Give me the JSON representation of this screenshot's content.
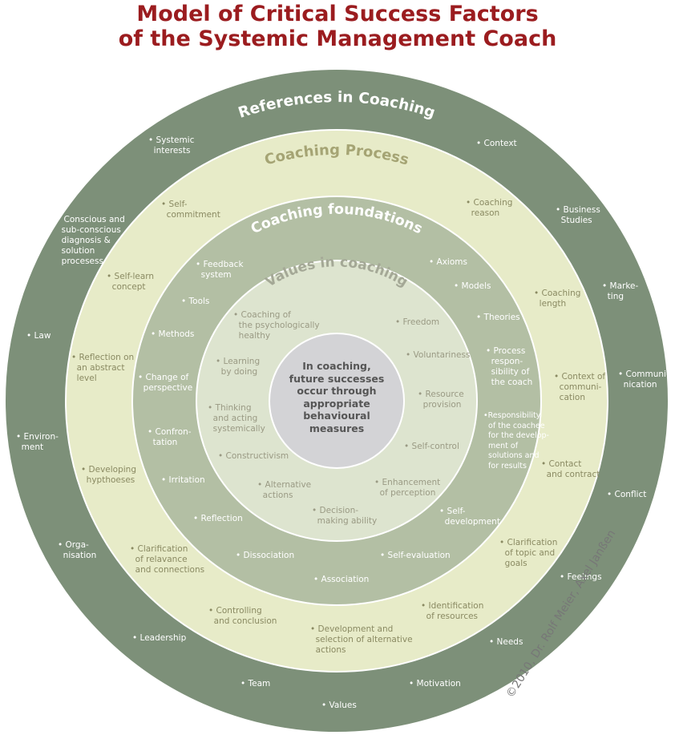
{
  "title_line1": "Model of Critical Success Factors",
  "title_line2": "of the Systemic Management Coach",
  "rings": {
    "references": {
      "title": "References in Coaching",
      "color": "#7d9079"
    },
    "process": {
      "title": "Coaching Process",
      "color": "#e7ebc8"
    },
    "foundations": {
      "title": "Coaching foundations",
      "color": "#b3bfa4"
    },
    "values": {
      "title": "Values in coaching",
      "color": "#dde4cf"
    }
  },
  "center": {
    "lines": [
      "In coaching,",
      "future successes",
      "occur through",
      "appropriate",
      "behavioural",
      "measures"
    ],
    "color": "#d3d3d6"
  },
  "references_items": [
    "• Systemic\n  interests",
    "• Context",
    "• Business\n  Studies",
    "• Conscious and\n  sub-conscious\n  diagnosis &\n  solution\n  procesess",
    "• Marke-\n  ting",
    "• Law",
    "• Communi-\n  nication",
    "• Environ-\n  ment",
    "• Conflict",
    "• Orga-\n  nisation",
    "• Feelings",
    "• Leadership",
    "• Needs",
    "• Team",
    "• Motivation",
    "• Values"
  ],
  "process_items": [
    "• Self-\n  commitment",
    "• Coaching\n  reason",
    "• Self-learn\n  concept",
    "• Coaching\n  length",
    "• Reflection on\n  an abstract\n  level",
    "• Context of\n  communi-\n  cation",
    "• Developing\n  hypthoeses",
    "• Contact\n  and contract",
    "• Clarification\n  of relavance\n  and connections",
    "• Clarification\n  of topic and\n  goals",
    "• Controlling\n  and conclusion",
    "• Identification\n  of resources",
    "• Development and\n  selection of alternative\n  actions"
  ],
  "foundations_items": [
    "• Feedback\n  system",
    "• Axioms",
    "• Tools",
    "• Models",
    "• Methods",
    "• Theories",
    "• Change of\n  perspective",
    "• Process\n  respon-\n  sibility of\n  the coach",
    "•Responsibility\n  of the coachee\n  for the develop-\n  ment of\n  solutions and\n  for results",
    "• Confron-\n  tation",
    "• Irritation",
    "• Self-\n  development",
    "• Reflection",
    "• Dissociation",
    "• Self-evaluation",
    "• Association"
  ],
  "values_items": [
    "• Coaching of\n  the psychologically\n  healthy",
    "• Freedom",
    "• Learning\n  by doing",
    "• Voluntariness",
    "• Thinking\n  and acting\n  systemically",
    "• Resource\n  provision",
    "• Self-control",
    "• Constructivism",
    "• Alternative\n  actions",
    "• Enhancement\n  of perception",
    "• Decision-\n  making ability"
  ],
  "copyright": "©2010, Dr. Rolf Meier, Axel Janßen"
}
